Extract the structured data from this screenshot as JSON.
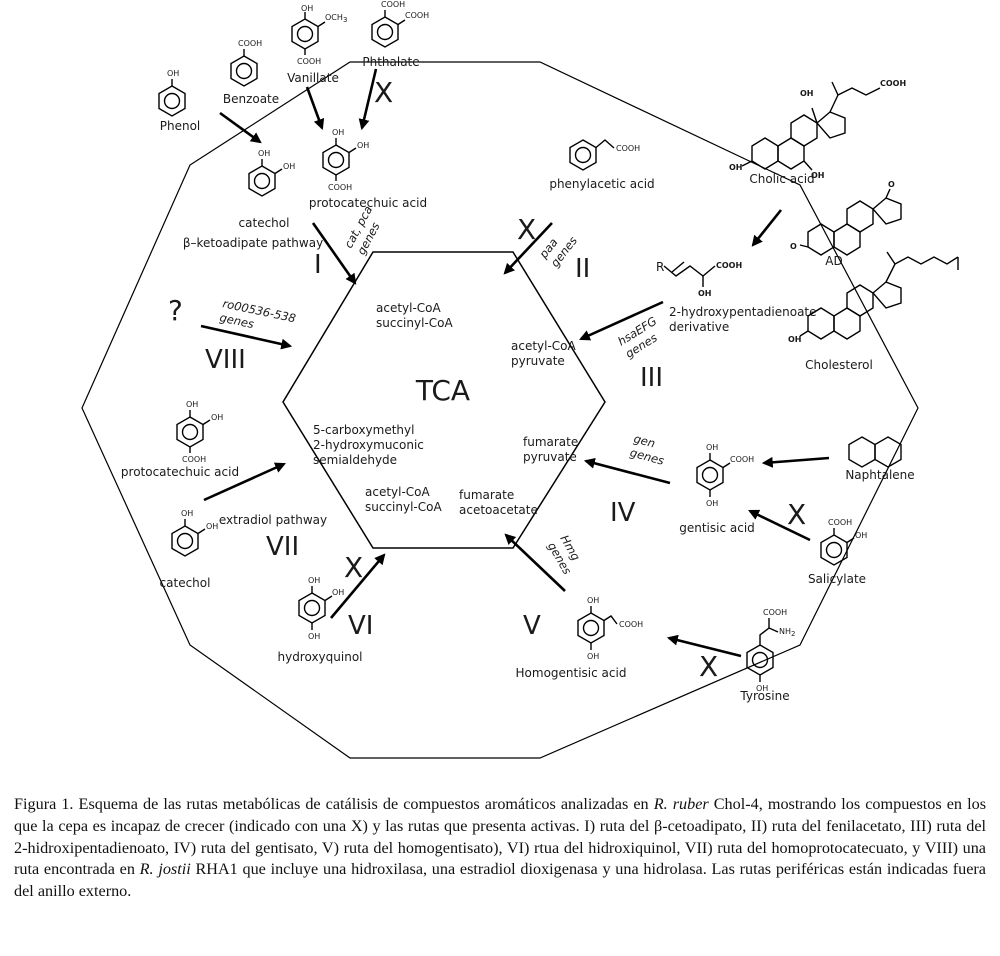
{
  "center": {
    "title": "TCA",
    "nodes": [
      "acetyl-CoA\nsuccinyl-CoA",
      "acetyl-CoA\npyruvate",
      "fumarate\npyruvate",
      "fumarate\nacetoacetate",
      "acetyl-CoA\nsuccinyl-CoA",
      "5-carboxymethyl\n2-hydroxymuconic\nsemialdehyde"
    ]
  },
  "compounds": {
    "phenol": "Phenol",
    "benzoate": "Benzoate",
    "vanillate": "Vanillate",
    "phthalate": "Phthalate",
    "catechol_top": "catechol",
    "betaketo": "β–ketoadipate pathway",
    "protocatechuic_top": "protocatechuic acid",
    "phenylacetic": "phenylacetic acid",
    "cholic": "Cholic acid",
    "ad": "AD",
    "cholesterol": "Cholesterol",
    "hydroxypenta": "2-hydroxypentadienoate\nderivative",
    "naphtalene": "Naphtalene",
    "gentisic": "gentisic acid",
    "salicylate": "Salicylate",
    "tyrosine": "Tyrosine",
    "homogentisic": "Homogentisic acid",
    "hydroxyquinol": "hydroxyquinol",
    "catechol_bottom": "catechol",
    "extradiol": "extradiol pathway",
    "protocatechuic_left": "protocatechuic acid"
  },
  "atoms": {
    "oh": "OH",
    "cooh": "COOH",
    "och3": "OCH",
    "och3_sub": "3",
    "nh2": "NH",
    "nh2_sub": "2",
    "r": "R",
    "o": "O"
  },
  "genes": {
    "I": "cat, pca\ngenes",
    "II": "paa\ngenes",
    "III": "hsaEFG\ngenes",
    "IV": "gen\ngenes",
    "V": "Hmg\ngenes",
    "VIII": "ro00536-538\ngenes"
  },
  "pathways": [
    "I",
    "II",
    "III",
    "IV",
    "V",
    "VI",
    "VII",
    "VIII"
  ],
  "marks": {
    "blocked": "X",
    "unknown": "?"
  },
  "caption": {
    "label": "Figura 1.",
    "part1": " Esquema de las rutas metabólicas de catálisis de compuestos aromáticos analizadas en ",
    "species1": "R. ruber",
    "part2": " Chol-4, mostrando los compuestos en los que la cepa es incapaz de crecer (indicado con una X) y las rutas que presenta activas. I) ruta del β-cetoadipato, II) ruta del fenilacetato, III) ruta del 2-hidroxipentadienoato, IV) ruta del gentisato, V) ruta del homogentisato), VI) rtua del hidroxiquinol, VII) ruta del homoprotocatecuato, y VIII) una ruta encontrada en ",
    "species2": "R. jostii",
    "part3": " RHA1 que incluye una hidroxilasa, una estradiol dioxigenasa y una hidrolasa. Las rutas periféricas están indicadas fuera del anillo externo."
  }
}
